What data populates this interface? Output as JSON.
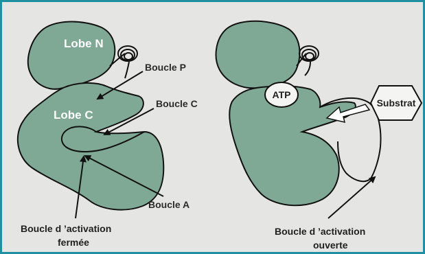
{
  "left_panel": {
    "lobe_n": "Lobe N",
    "lobe_c": "Lobe C",
    "boucle_p": "Boucle P",
    "boucle_c": "Boucle C",
    "boucle_a": "Boucle A",
    "caption_line1": "Boucle d ’activation",
    "caption_line2": "fermée"
  },
  "right_panel": {
    "atp": "ATP",
    "substrat": "Substrat",
    "caption_line1": "Boucle d ’activation",
    "caption_line2": "ouverte"
  },
  "colors": {
    "frame": "#1f8fa1",
    "background": "#e5e5e3",
    "domain_fill": "#7fa895"
  }
}
